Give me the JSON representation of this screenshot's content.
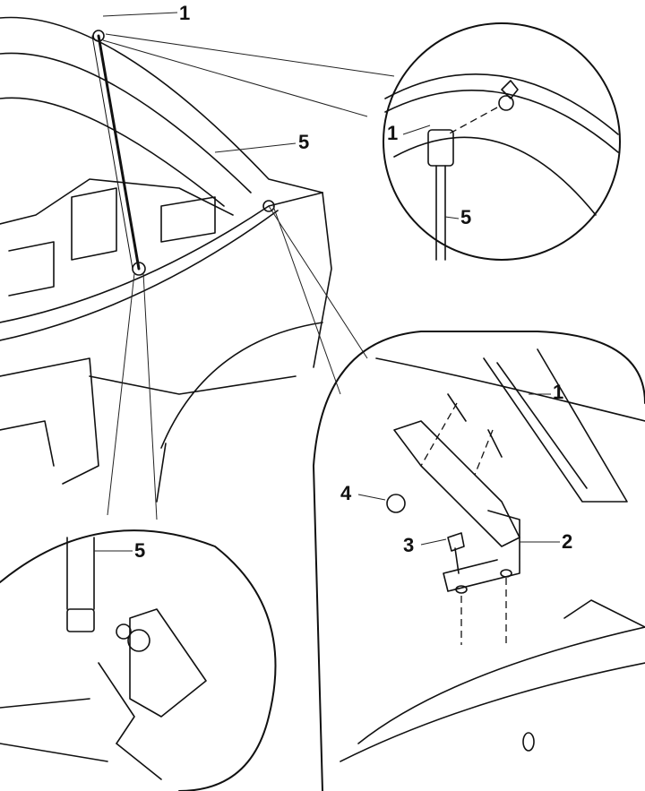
{
  "callouts": {
    "main_1": "1",
    "main_5": "5",
    "top_detail_1": "1",
    "top_detail_5": "5",
    "hinge_detail_1": "1",
    "hinge_detail_2": "2",
    "hinge_detail_3": "3",
    "hinge_detail_4": "4",
    "bottom_detail_5": "5"
  }
}
